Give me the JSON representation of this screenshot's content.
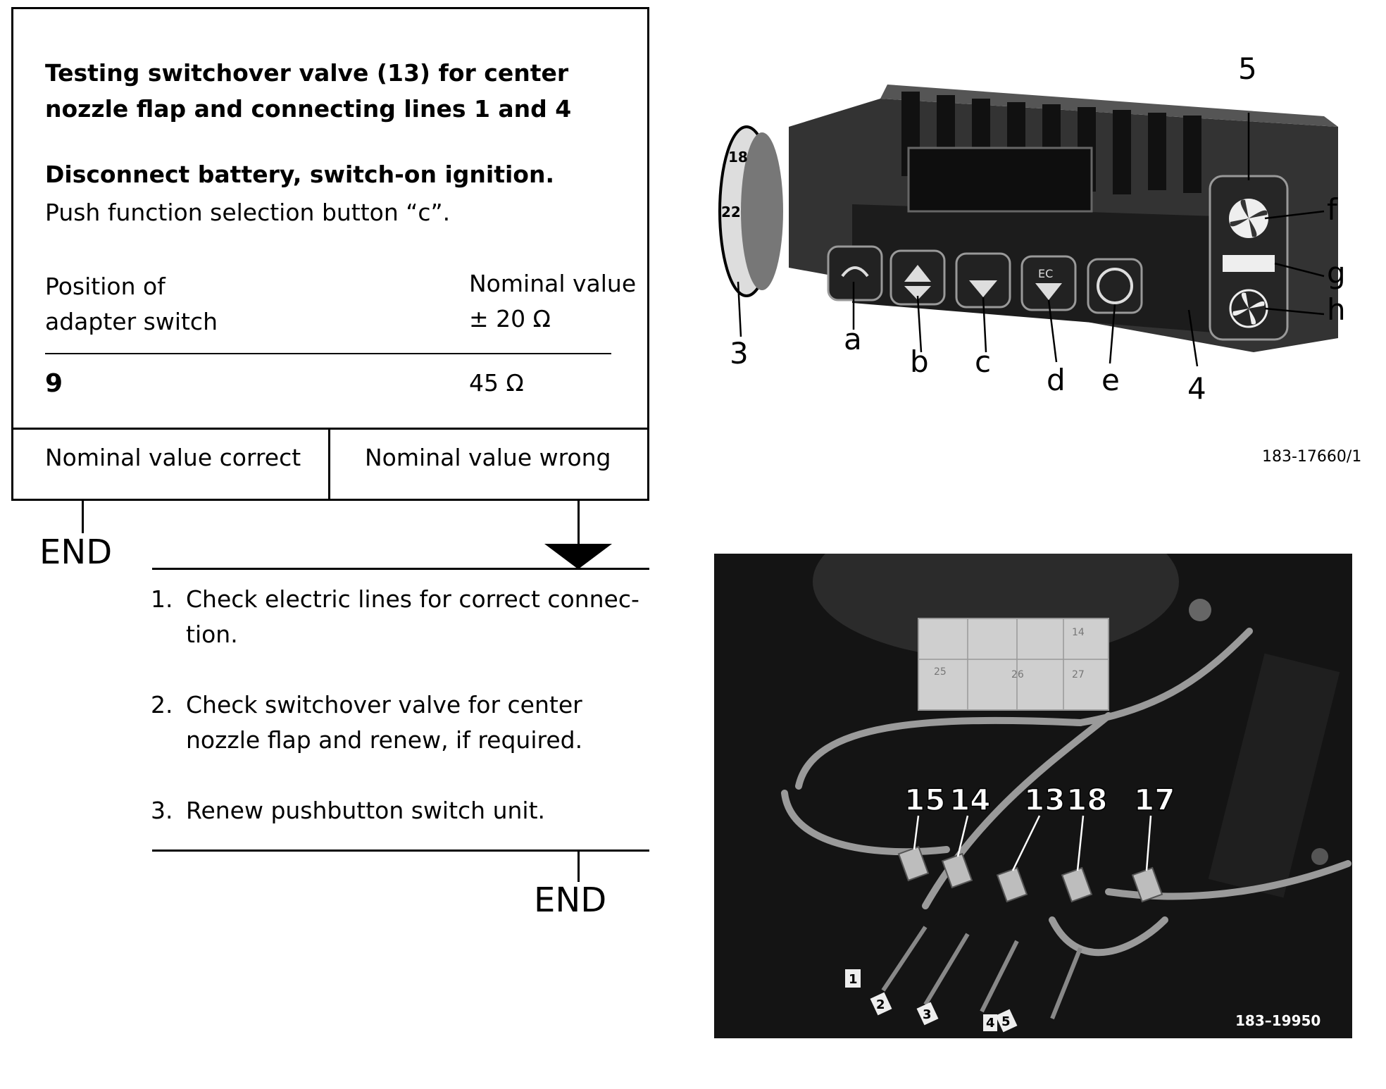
{
  "procedure": {
    "title": "Testing switchover valve (13) for center nozzle flap and connecting lines 1 and 4",
    "instruction_bold": "Disconnect battery, switch-on ignition.",
    "instruction": "Push function selection button “c”.",
    "table": {
      "header_left": [
        "Position of",
        "adapter switch"
      ],
      "header_right": [
        "Nominal value",
        "± 20 Ω"
      ],
      "position": "9",
      "nominal": "45 Ω"
    },
    "result_correct": "Nominal value correct",
    "result_wrong": "Nominal value wrong",
    "end_label": "END",
    "steps": [
      {
        "num": "1.",
        "lines": [
          "Check electric lines for correct connec-",
          "tion."
        ]
      },
      {
        "num": "2.",
        "lines": [
          "Check switchover valve for center",
          "nozzle flap and renew, if required."
        ]
      },
      {
        "num": "3.",
        "lines": [
          "Renew pushbutton switch unit."
        ]
      }
    ]
  },
  "figure1": {
    "code": "183-17660/1",
    "callouts": {
      "n3": "3",
      "n4": "4",
      "n5": "5",
      "a": "a",
      "b": "b",
      "c": "c",
      "d": "d",
      "e": "e",
      "f": "f",
      "g": "g",
      "h": "h",
      "ec": "EC",
      "scale_18": "18",
      "scale_22": "22"
    }
  },
  "figure2": {
    "code": "183–19950",
    "callouts": {
      "n15": "15",
      "n14": "14",
      "n13": "13",
      "n18": "18",
      "n17": "17"
    },
    "tags": {
      "t1": "1",
      "t2": "2",
      "t3": "3",
      "t4": "4",
      "t5": "5"
    },
    "fuse_labels": {
      "f14": "14",
      "f25": "25",
      "f26": "26",
      "f27": "27"
    }
  }
}
